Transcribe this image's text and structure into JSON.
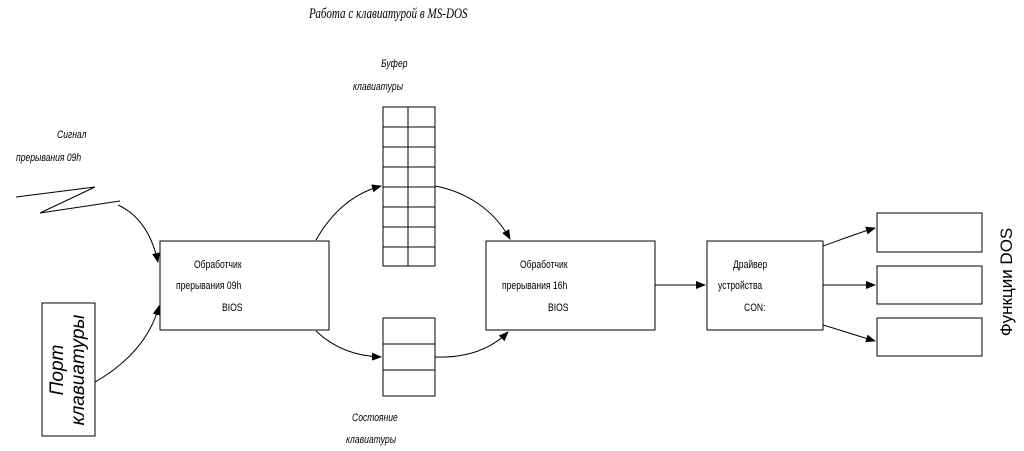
{
  "title": "Работа с клавиатурой в MS-DOS",
  "signal": {
    "line1": "Сигнал",
    "line2": "прерывания 09h"
  },
  "port": {
    "line1": "Порт",
    "line2": "клавиатуры"
  },
  "handler09": {
    "line1": "Обработчик",
    "line2": "прерывания 09h",
    "line3": "BIOS"
  },
  "buffer": {
    "line1": "Буфер",
    "line2": "клавиатуры"
  },
  "state": {
    "line1": "Состояние",
    "line2": "клавиатуры"
  },
  "handler16": {
    "line1": "Обработчик",
    "line2": "прерывания 16h",
    "line3": "BIOS"
  },
  "driver": {
    "line1": "Драйвер",
    "line2": "устройства",
    "line3": "CON:"
  },
  "dos_functions": "Функции DOS"
}
